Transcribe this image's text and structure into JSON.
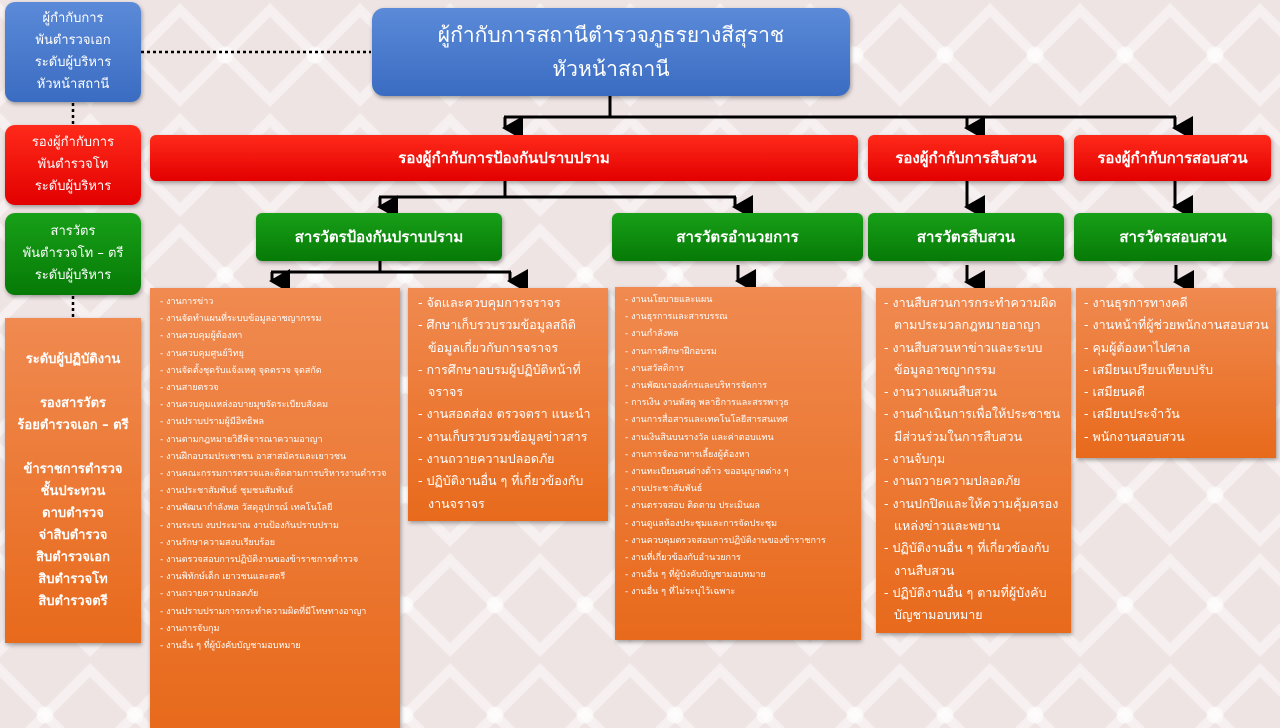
{
  "title": {
    "line1": "ผู้กำกับการสถานีตำรวจภูธรยางสีสุราช",
    "line2": "หัวหน้าสถานี"
  },
  "legend": {
    "level1": [
      "ผู้กำกับการ",
      "พันตำรวจเอก",
      "ระดับผู้บริหาร",
      "หัวหน้าสถานี"
    ],
    "level2": [
      "รองผู้กำกับการ",
      "พันตำรวจโท",
      "ระดับผู้บริหาร"
    ],
    "level3": [
      "สารวัตร",
      "พันตำรวจโท – ตรี",
      "ระดับผู้บริหาร"
    ],
    "level4": [
      "ระดับผู้ปฏิบัติงาน",
      "",
      "รองสารวัตร",
      "ร้อยตำรวจเอก  – ตรี",
      "",
      "ข้าราชการตำรวจ",
      "ชั้นประทวน",
      "ดาบตำรวจ",
      "จ่าสิบตำรวจ",
      "สิบตำรวจเอก",
      "สิบตำรวจโท",
      "สิบตำรวจตรี"
    ]
  },
  "deputies": [
    "รองผู้กำกับการป้องกันปราบปราม",
    "รองผู้กำกับการสืบสวน",
    "รองผู้กำกับการสอบสวน"
  ],
  "inspectors": [
    "สารวัตรป้องกันปราบปราม",
    "สารวัตรอำนวยการ",
    "สารวัตรสืบสวน",
    "สารวัตรสอบสวน"
  ],
  "tasks": {
    "prevention": [
      "งานการข่าว",
      "งานจัดทำแผนที่ระบบข้อมูลอาชญากรรม",
      "งานควบคุมผู้ต้องหา",
      "งานควบคุมศูนย์วิทยุ",
      "งานจัดตั้งชุดรับแจ้งเหตุ จุดตรวจ จุดสกัด",
      "งานสายตรวจ",
      "งานควบคุมแหล่งอบายมุขจัดระเบียบสังคม",
      "งานปราบปรามผู้มีอิทธิพล",
      "งานตามกฎหมายวิธีพิจารณาความอาญา",
      "งานฝึกอบรมประชาชน อาสาสมัครและเยาวชน",
      "งานคณะกรรมการตรวจและติดตามการบริหารงานตำรวจ",
      "งานประชาสัมพันธ์ ชุมชนสัมพันธ์",
      "งานพัฒนากำลังพล วัสดุอุปกรณ์ เทคโนโลยี",
      "งานระบบ งบประมาณ งานป้องกันปราบปราม",
      "งานรักษาความสงบเรียบร้อย",
      "งานตรวจสอบการปฏิบัติงานของข้าราชการตำรวจ",
      "งานพิทักษ์เด็ก เยาวชนและสตรี",
      "งานถวายความปลอดภัย",
      "งานปราบปรามการกระทำความผิดที่มีโทษทางอาญา",
      "งานการจับกุม",
      "งานอื่น ๆ ที่ผู้บังคับบัญชามอบหมาย"
    ],
    "traffic": [
      "จัดและควบคุมการจราจร",
      "ศึกษาเก็บรวบรวมข้อมูลสถิติข้อมูลเกี่ยวกับการจราจร",
      "การศึกษาอบรมผู้ปฏิบัติหน้าที่จราจร",
      "งานสอดส่อง ตรวจตรา แนะนำ",
      "งานเก็บรวบรวมข้อมูลข่าวสาร",
      "งานถวายความปลอดภัย",
      "ปฏิบัติงานอื่น ๆ ที่เกี่ยวข้องกับงานจราจร"
    ],
    "admin": [
      "งานนโยบายและแผน",
      "งานธุรการและสารบรรณ",
      "งานกำลังพล",
      "งานการศึกษาฝึกอบรม",
      "งานสวัสดิการ",
      "งานพัฒนาองค์กรและบริหารจัดการ",
      "การเงิน งานพัสดุ พลาธิการและสรรพาวุธ",
      "งานการสื่อสารและเทคโนโลยีสารสนเทศ",
      "งานเงินสินบนรางวัล และค่าตอบแทน",
      "งานการจัดอาหารเลี้ยงผู้ต้องหา",
      "งานทะเบียนคนต่างด้าว ขออนุญาตต่าง ๆ",
      "งานประชาสัมพันธ์",
      "งานตรวจสอบ ติดตาม ประเมินผล",
      "งานดูแลห้องประชุมและการจัดประชุม",
      "งานควบคุมตรวจสอบการปฏิบัติงานของข้าราชการ",
      "งานที่เกี่ยวข้องกับอำนวยการ",
      "งานอื่น ๆ ที่ผู้บังคับบัญชามอบหมาย",
      "งานอื่น ๆ ที่ไม่ระบุไว้เฉพาะ"
    ],
    "investigation": [
      "งานสืบสวนการกระทำความผิดตามประมวลกฎหมายอาญา",
      "งานสืบสวนหาข่าวและระบบข้อมูลอาชญากรรม",
      "งานวางแผนสืบสวน",
      "งานดำเนินการเพื่อให้ประชาชนมีส่วนร่วมในการสืบสวน",
      "งานจับกุม",
      "งานถวายความปลอดภัย",
      "งานปกปิดและให้ความคุ้มครองแหล่งข่าวและพยาน",
      "ปฏิบัติงานอื่น ๆ ที่เกี่ยวข้องกับงานสืบสวน",
      "ปฏิบัติงานอื่น ๆ ตามที่ผู้บังคับบัญชามอบหมาย"
    ],
    "inquiry": [
      "งานธุรการทางคดี",
      "งานหน้าที่ผู้ช่วยพนักงานสอบสวน",
      "คุมผู้ต้องหาไปศาล",
      "เสมียนเปรียบเทียบปรับ",
      "เสมียนคดี",
      "เสมียนประจำวัน",
      "พนักงานสอบสวน"
    ]
  }
}
